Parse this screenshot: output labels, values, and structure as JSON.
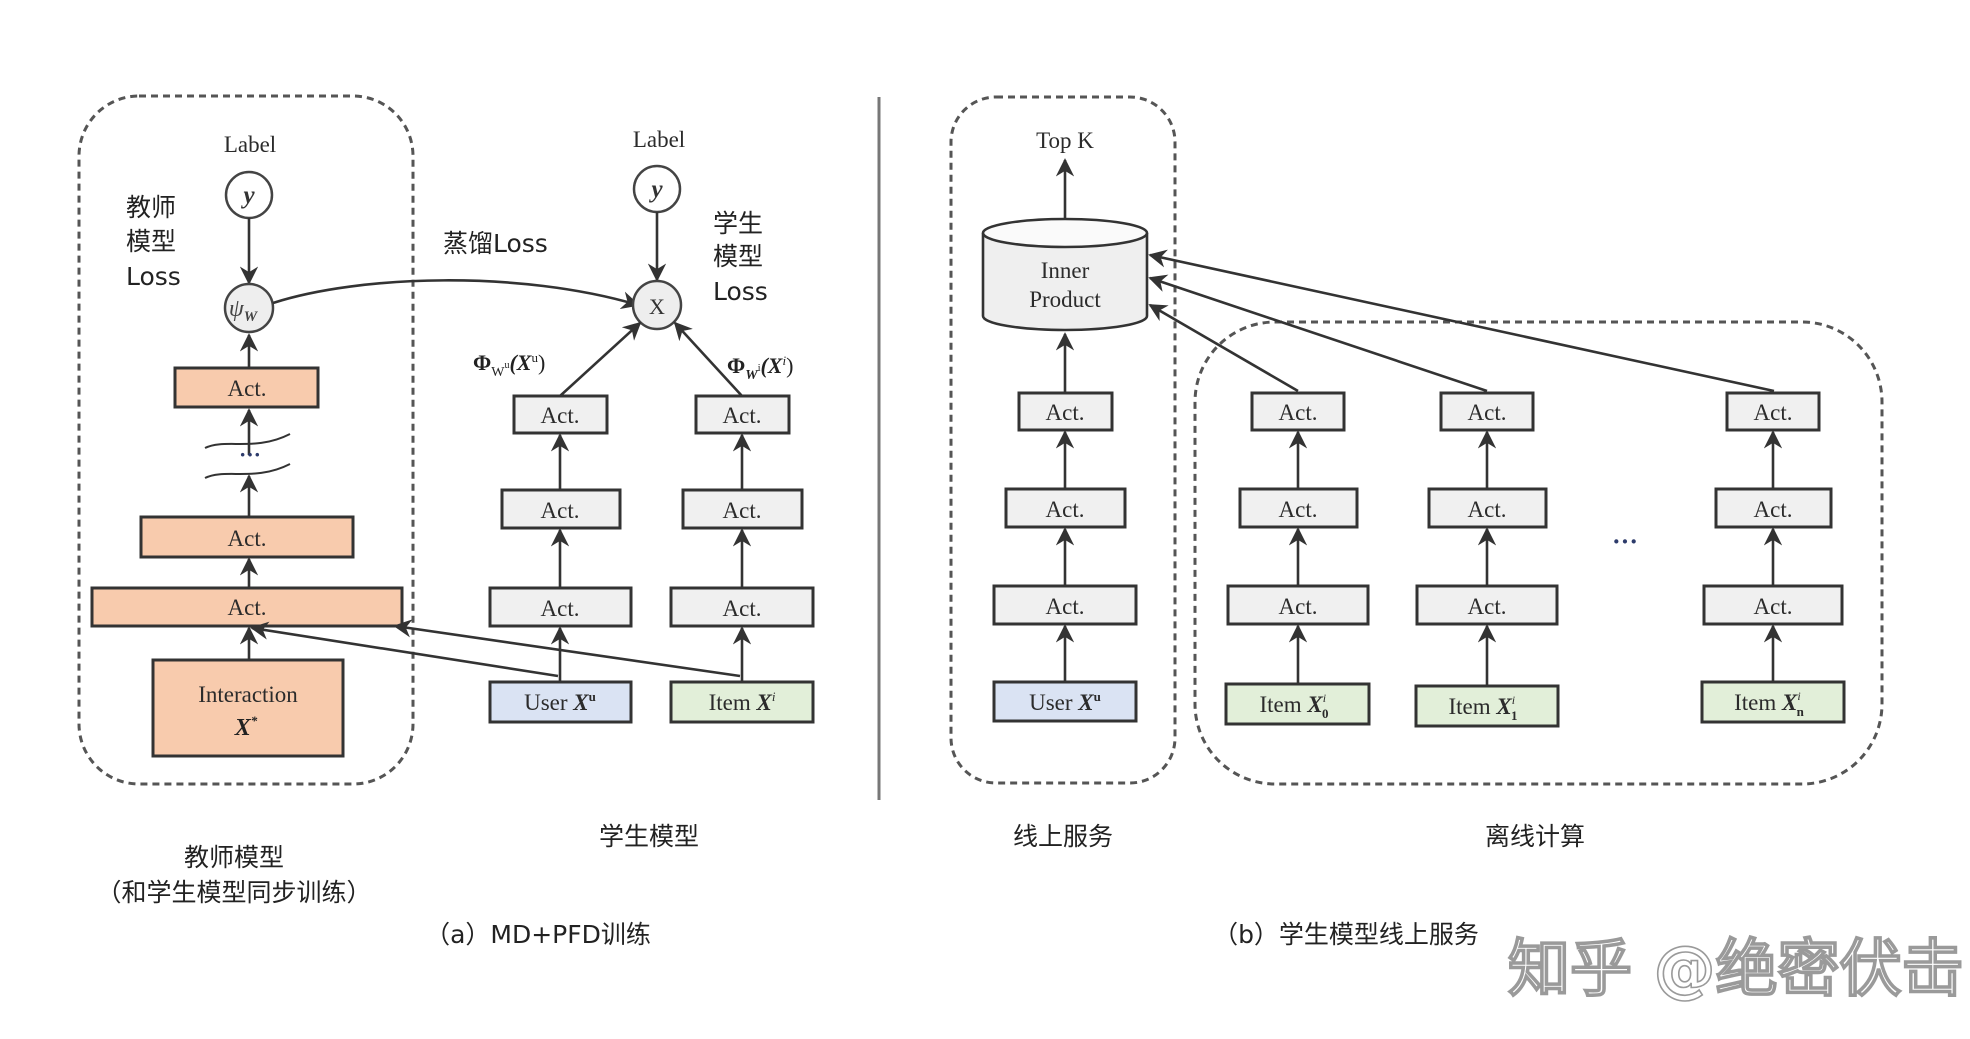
{
  "colors": {
    "teacher_fill": "#f8cbad",
    "act_fill": "#f0f0f0",
    "user_fill": "#dae3f3",
    "item_fill": "#e2efd9",
    "line": "#333333",
    "text": "#222222"
  },
  "panel_a": {
    "teacher": {
      "label": "Label",
      "y_node": "y",
      "psi_node": "ψ",
      "psi_sub": "W",
      "loss_label": [
        "教师",
        "模型",
        "Loss"
      ],
      "layers": [
        "Act.",
        "Act.",
        "Act."
      ],
      "ellipsis": "···",
      "input": {
        "line1": "Interaction",
        "line2": "X",
        "line2_sup": "*"
      }
    },
    "distill_loss": "蒸馏Loss",
    "student": {
      "label": "Label",
      "y_node": "y",
      "combine_node": "X",
      "loss_label": [
        "学生",
        "模型",
        "Loss"
      ],
      "phi_user": {
        "phi": "Φ",
        "sub": "W",
        "subsup": "u",
        "arg": "(X",
        "argsup": "u",
        "close": ")"
      },
      "phi_item": {
        "phi": "Φ",
        "sub": "W",
        "subsup": "i",
        "arg": "(X",
        "argsup": "i",
        "close": ")"
      },
      "user_tower": [
        "Act.",
        "Act.",
        "Act."
      ],
      "item_tower": [
        "Act.",
        "Act.",
        "Act."
      ],
      "user_input": {
        "text": "User ",
        "var": "X",
        "sup": "u"
      },
      "item_input": {
        "text": "Item ",
        "var": "X",
        "sup": "i"
      }
    },
    "captions": {
      "teacher": "教师模型",
      "teacher_sub": "（和学生模型同步训练）",
      "student": "学生模型",
      "figure": "（a）MD+PFD训练"
    }
  },
  "panel_b": {
    "online": {
      "top_label": "Top K",
      "inner_product": [
        "Inner",
        "Product"
      ],
      "tower": [
        "Act.",
        "Act.",
        "Act."
      ],
      "input": {
        "text": "User ",
        "var": "X",
        "sup": "u"
      }
    },
    "offline": {
      "towers": [
        {
          "layers": [
            "Act.",
            "Act.",
            "Act."
          ],
          "input": {
            "text": "Item ",
            "var": "X",
            "sup": "i",
            "sub": "0"
          }
        },
        {
          "layers": [
            "Act.",
            "Act.",
            "Act."
          ],
          "input": {
            "text": "Item ",
            "var": "X",
            "sup": "i",
            "sub": "1"
          }
        },
        {
          "layers": [
            "Act.",
            "Act.",
            "Act."
          ],
          "input": {
            "text": "Item ",
            "var": "X",
            "sup": "i",
            "sub": "n"
          }
        }
      ],
      "ellipsis": "···"
    },
    "captions": {
      "online": "线上服务",
      "offline": "离线计算",
      "figure": "（b）学生模型线上服务"
    }
  },
  "watermark": "知乎 @绝密伏击"
}
